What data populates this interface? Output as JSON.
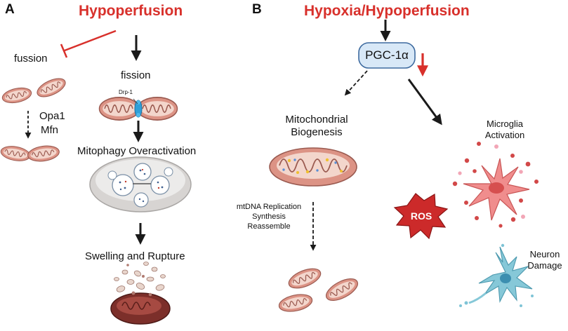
{
  "panel_a": {
    "letter": "A",
    "title": "Hypoperfusion",
    "fusion_label": "fussion",
    "opa1": "Opa1",
    "mfn": "Mfn",
    "fission_label": "fission",
    "drp1": "Drp-1",
    "mitophagy": "Mitophagy Overactivation",
    "swelling": "Swelling and Rupture"
  },
  "panel_b": {
    "letter": "B",
    "title": "Hypoxia/Hypoperfusion",
    "pgc": "PGC-1α",
    "biogenesis_line1": "Mitochondrial",
    "biogenesis_line2": "Biogenesis",
    "mtdna_line1": "mtDNA Replication",
    "mtdna_line2": "Synthesis",
    "mtdna_line3": "Reassemble",
    "ros": "ROS",
    "microglia_line1": "Microglia",
    "microglia_line2": "Activation",
    "neuron_line1": "Neuron",
    "neuron_line2": "Damage"
  },
  "colors": {
    "accent_red": "#d8302b",
    "mito_outer": "#d98f82",
    "mito_stroke": "#9a5a50",
    "pgc_fill": "#d8e8f7",
    "pgc_stroke": "#4a74a8",
    "ros_fill": "#cc2a2a",
    "microglia": "#ef8a8a",
    "neuron": "#7fc4d6"
  },
  "icons": [
    "mitochondrion-icon",
    "drp1-ring-icon",
    "mitophagy-icon",
    "ruptured-mitochondrion-icon",
    "ros-burst-icon",
    "microglia-cell-icon",
    "neuron-cell-icon"
  ]
}
